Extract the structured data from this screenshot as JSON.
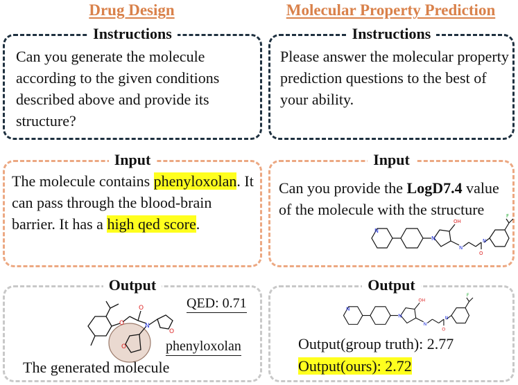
{
  "columns": {
    "left_title": "Drug Design",
    "right_title": "Molecular Property Prediction"
  },
  "left": {
    "instructions": {
      "label": "Instructions",
      "text": "Can you generate the molecule according to the given conditions described above and provide its structure?"
    },
    "input": {
      "label": "Input",
      "text_1": "The molecule contains ",
      "highlight_1": "phenyloxolan",
      "text_2": ". It can pass through the blood-brain barrier. It has a ",
      "highlight_2": "high qed score",
      "text_3": "."
    },
    "output": {
      "label": "Output",
      "qed": "QED: 0.71",
      "fragment_label": "phenyloxolan",
      "caption": "The generated molecule",
      "atom_o": "O",
      "atom_n": "N"
    }
  },
  "right": {
    "instructions": {
      "label": "Instructions",
      "text": "Please answer the molecular property prediction questions to the best of your ability."
    },
    "input": {
      "label": "Input",
      "text_1": "Can you provide the ",
      "bold_term": "LogD7.4",
      "text_2": " value of the molecule with the structure"
    },
    "output": {
      "label": "Output",
      "ground_truth": "Output(group truth): 2.77",
      "ours": "Output(ours): 2.72"
    },
    "molecule_atoms": {
      "n": "N",
      "o": "O",
      "oh": "OH",
      "h": "H",
      "f": "F"
    }
  },
  "colors": {
    "title": "#d9814a",
    "instructions_border": "#1f3140",
    "input_border": "#eca882",
    "output_border": "#c8c8c8",
    "highlight": "#ffff1e",
    "nitrogen": "#2233dd",
    "oxygen": "#dd2222",
    "fluorine": "#22aa33"
  }
}
